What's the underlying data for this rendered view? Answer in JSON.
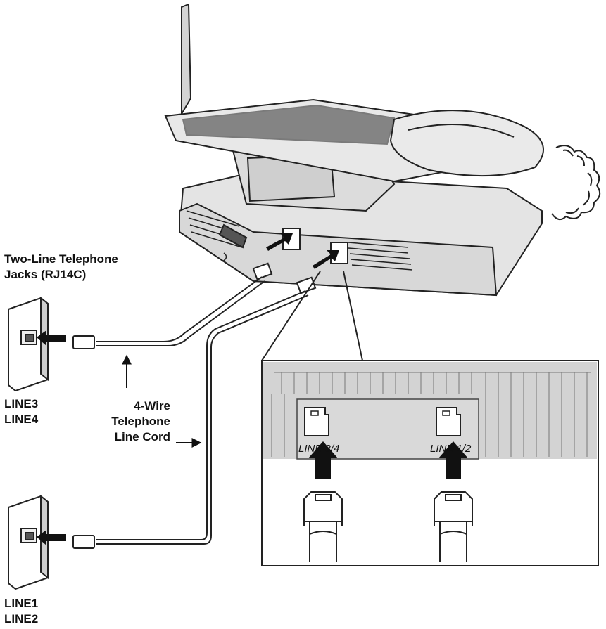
{
  "labels": {
    "jacks_title": [
      "Two-Line Telephone",
      "Jacks (RJ14C)"
    ],
    "line34_jack": [
      "LINE3",
      "LINE4"
    ],
    "line12_jack": [
      "LINE1",
      "LINE2"
    ],
    "cord": [
      "4-Wire",
      "Telephone",
      "Line Cord"
    ],
    "port_left": "LINE 3/4",
    "port_right": "LINE 1/2"
  }
}
